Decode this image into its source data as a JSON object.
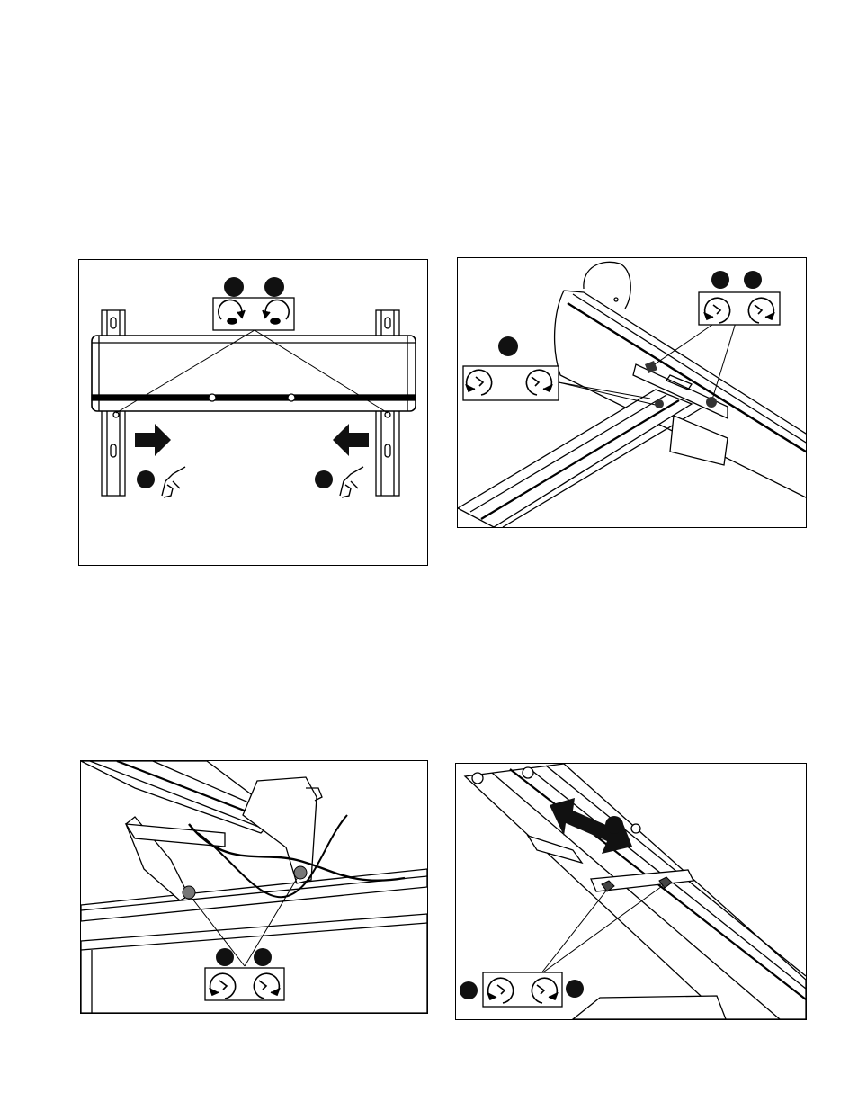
{
  "page": {
    "colors": {
      "ink": "#000000",
      "paper": "#ffffff",
      "callout": "#111111"
    }
  },
  "figures": [
    {
      "id": "figure-1",
      "icons": [
        "clockwise-rotate-icon",
        "counterclockwise-rotate-icon",
        "push-arrow-right-icon",
        "push-arrow-left-icon",
        "hand-icon",
        "hand-icon"
      ]
    },
    {
      "id": "figure-2",
      "icons": [
        "wrench-loosen-icon",
        "wrench-tighten-icon",
        "wrench-loosen-icon",
        "wrench-tighten-icon"
      ]
    },
    {
      "id": "figure-3",
      "icons": [
        "wrench-loosen-icon",
        "wrench-tighten-icon"
      ]
    },
    {
      "id": "figure-4",
      "icons": [
        "double-arrow-icon",
        "wrench-loosen-icon",
        "wrench-tighten-icon"
      ]
    }
  ]
}
